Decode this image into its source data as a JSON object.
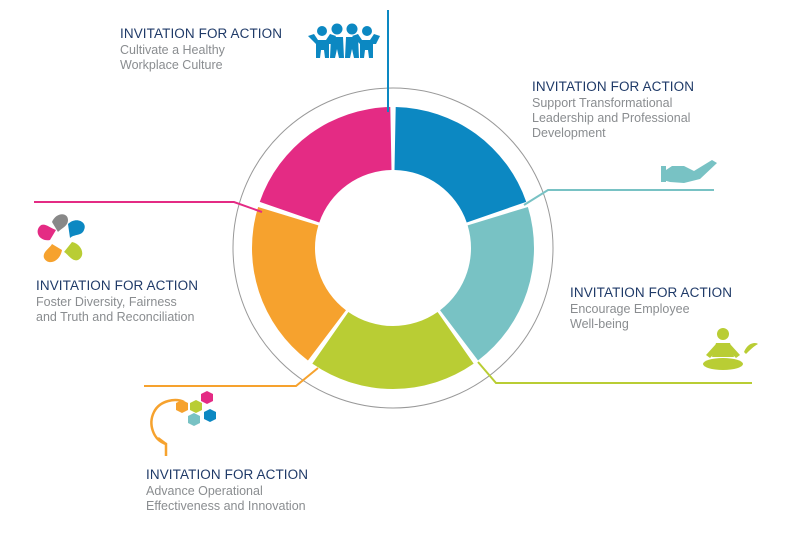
{
  "colors": {
    "blue": "#0c88c2",
    "teal": "#78c2c4",
    "green": "#b9cd34",
    "orange": "#f6a22e",
    "magenta": "#e42b84",
    "heading": "#1f3a68",
    "description": "#8a8d90",
    "outer_ring": "#999999"
  },
  "segments": [
    {
      "name": "blue",
      "color": "#0c88c2",
      "share": 0.2
    },
    {
      "name": "teal",
      "color": "#78c2c4",
      "share": 0.2
    },
    {
      "name": "green",
      "color": "#b9cd34",
      "share": 0.2
    },
    {
      "name": "orange",
      "color": "#f6a22e",
      "share": 0.2
    },
    {
      "name": "magenta",
      "color": "#e42b84",
      "share": 0.2
    }
  ],
  "actions": [
    {
      "id": "culture",
      "heading": "INVITATION FOR ACTION",
      "lines": [
        "Cultivate a Healthy",
        "Workplace Culture"
      ],
      "color": "#0c88c2",
      "icon": "people-group-icon"
    },
    {
      "id": "leadership",
      "heading": "INVITATION FOR ACTION",
      "lines": [
        "Support Transformational",
        "Leadership and Professional",
        "Development"
      ],
      "color": "#78c2c4",
      "icon": "open-hand-icon"
    },
    {
      "id": "wellbeing",
      "heading": "INVITATION FOR ACTION",
      "lines": [
        "Encourage Employee",
        "Well-being"
      ],
      "color": "#b9cd34",
      "icon": "meditation-icon"
    },
    {
      "id": "operations",
      "heading": "INVITATION FOR ACTION",
      "lines": [
        "Advance Operational",
        "Effectiveness and Innovation"
      ],
      "color": "#f6a22e",
      "icon": "head-hexagons-icon"
    },
    {
      "id": "diversity",
      "heading": "INVITATION FOR ACTION",
      "lines": [
        "Foster Diversity, Fairness",
        "and Truth and Reconciliation"
      ],
      "color": "#e42b84",
      "icon": "diversity-hands-icon"
    }
  ]
}
